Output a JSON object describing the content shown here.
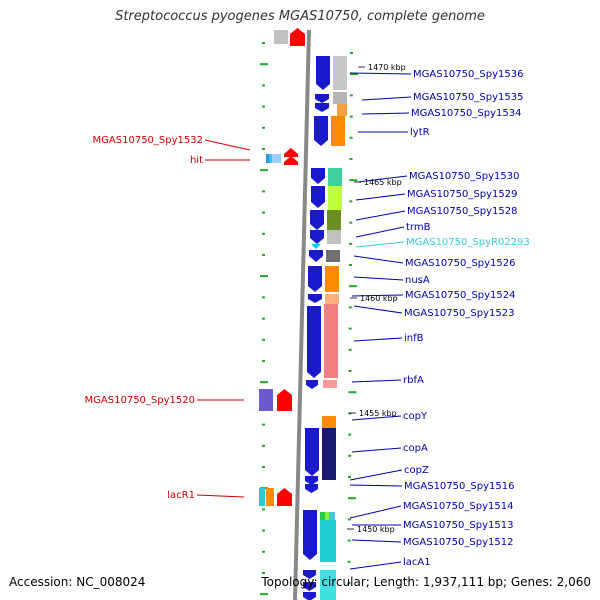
{
  "title": "Streptococcus pyogenes MGAS10750, complete genome",
  "accession": "Accession: NC_008024",
  "genome_info": "Topology: circular; Length: 1,937,111 bp; Genes: 2,060",
  "scale_labels": [
    "1470 kbp",
    "1465 kbp",
    "1460 kbp",
    "1455 kbp",
    "1450 kbp"
  ],
  "right_genes": [
    {
      "label": "MGAS10750_Spy1536",
      "color": "#0000aa"
    },
    {
      "label": "MGAS10750_Spy1535",
      "color": "#0000aa"
    },
    {
      "label": "MGAS10750_Spy1534",
      "color": "#0000aa"
    },
    {
      "label": "lytR",
      "color": "#0000aa"
    },
    {
      "label": "MGAS10750_Spy1530",
      "color": "#0000aa"
    },
    {
      "label": "MGAS10750_Spy1529",
      "color": "#0000aa"
    },
    {
      "label": "MGAS10750_Spy1528",
      "color": "#0000aa"
    },
    {
      "label": "trmB",
      "color": "#0000aa"
    },
    {
      "label": "MGAS10750_SpyR02293",
      "color": "#33ccdd"
    },
    {
      "label": "MGAS10750_Spy1526",
      "color": "#0000aa"
    },
    {
      "label": "nusA",
      "color": "#0000aa"
    },
    {
      "label": "MGAS10750_Spy1524",
      "color": "#0000aa"
    },
    {
      "label": "MGAS10750_Spy1523",
      "color": "#0000aa"
    },
    {
      "label": "infB",
      "color": "#0000aa"
    },
    {
      "label": "rbfA",
      "color": "#0000aa"
    },
    {
      "label": "copY",
      "color": "#0000aa"
    },
    {
      "label": "copA",
      "color": "#0000aa"
    },
    {
      "label": "copZ",
      "color": "#0000aa"
    },
    {
      "label": "MGAS10750_Spy1516",
      "color": "#0000aa"
    },
    {
      "label": "MGAS10750_Spy1514",
      "color": "#0000aa"
    },
    {
      "label": "MGAS10750_Spy1513",
      "color": "#0000aa"
    },
    {
      "label": "MGAS10750_Spy1512",
      "color": "#0000aa"
    },
    {
      "label": "lacA1",
      "color": "#0000aa"
    }
  ],
  "left_genes": [
    {
      "label": "MGAS10750_Spy1532",
      "color": "#cc0000"
    },
    {
      "label": "hit",
      "color": "#cc0000"
    },
    {
      "label": "MGAS10750_Spy1520",
      "color": "#cc0000"
    },
    {
      "label": "lacR1",
      "color": "#cc0000"
    }
  ],
  "colors": {
    "forward_strand": "#1a1acc",
    "reverse_strand": "#ff0000",
    "backbone": "#888888",
    "tick": "#22aa22"
  }
}
